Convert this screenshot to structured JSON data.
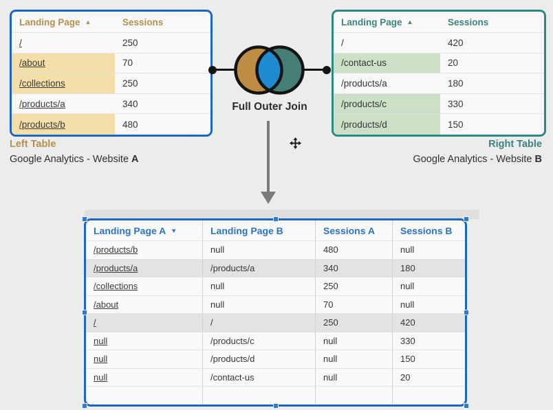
{
  "colors": {
    "left_accent": "#B3904C",
    "left_border": "#1A66C8",
    "left_highlight": "#F4DFA9",
    "right_accent": "#3C837C",
    "right_border": "#2B8A83",
    "right_highlight": "#CBE0C7",
    "result_accent": "#2B74C4",
    "result_border": "#1A66C8",
    "matched_row": "#E3E3E5",
    "venn_left": "#BE8C45",
    "venn_right": "#447E76",
    "venn_overlap": "#1E8BD1",
    "arrow": "#7B7B7B"
  },
  "left_table": {
    "headers": [
      "Landing Page",
      "Sessions"
    ],
    "sort_arrow": "▲",
    "rows": [
      {
        "page": "/",
        "sessions": "250",
        "hl": false
      },
      {
        "page": "/about",
        "sessions": "70",
        "hl": true
      },
      {
        "page": "/collections",
        "sessions": "250",
        "hl": true
      },
      {
        "page": "/products/a",
        "sessions": "340",
        "hl": false
      },
      {
        "page": "/products/b",
        "sessions": "480",
        "hl": true
      }
    ]
  },
  "right_table": {
    "headers": [
      "Landing Page",
      "Sessions"
    ],
    "sort_arrow": "▲",
    "rows": [
      {
        "page": "/",
        "sessions": "420",
        "hl": false
      },
      {
        "page": "/contact-us",
        "sessions": "20",
        "hl": true
      },
      {
        "page": "/products/a",
        "sessions": "180",
        "hl": false
      },
      {
        "page": "/products/c",
        "sessions": "330",
        "hl": true
      },
      {
        "page": "/products/d",
        "sessions": "150",
        "hl": true
      }
    ]
  },
  "join": {
    "label": "Full Outer Join"
  },
  "captions": {
    "left": {
      "title": "Left Table",
      "source_prefix": "Google Analytics - Website ",
      "site": "A"
    },
    "right": {
      "title": "Right Table",
      "source_prefix": "Google Analytics - Website ",
      "site": "B"
    }
  },
  "result_table": {
    "headers": [
      "Landing Page A",
      "Landing Page B",
      "Sessions A",
      "Sessions B"
    ],
    "sort_arrow": "▼",
    "rows": [
      {
        "a": "/products/b",
        "b": "null",
        "sa": "480",
        "sb": "null",
        "matched": false
      },
      {
        "a": "/products/a",
        "b": "/products/a",
        "sa": "340",
        "sb": "180",
        "matched": true
      },
      {
        "a": "/collections",
        "b": "null",
        "sa": "250",
        "sb": "null",
        "matched": false
      },
      {
        "a": "/about",
        "b": "null",
        "sa": "70",
        "sb": "null",
        "matched": false
      },
      {
        "a": "/",
        "b": "/",
        "sa": "250",
        "sb": "420",
        "matched": true
      },
      {
        "a": "null",
        "b": "/products/c",
        "sa": "null",
        "sb": "330",
        "matched": false
      },
      {
        "a": "null",
        "b": "/products/d",
        "sa": "null",
        "sb": "150",
        "matched": false
      },
      {
        "a": "null",
        "b": "/contact-us",
        "sa": "null",
        "sb": "20",
        "matched": false
      }
    ]
  }
}
